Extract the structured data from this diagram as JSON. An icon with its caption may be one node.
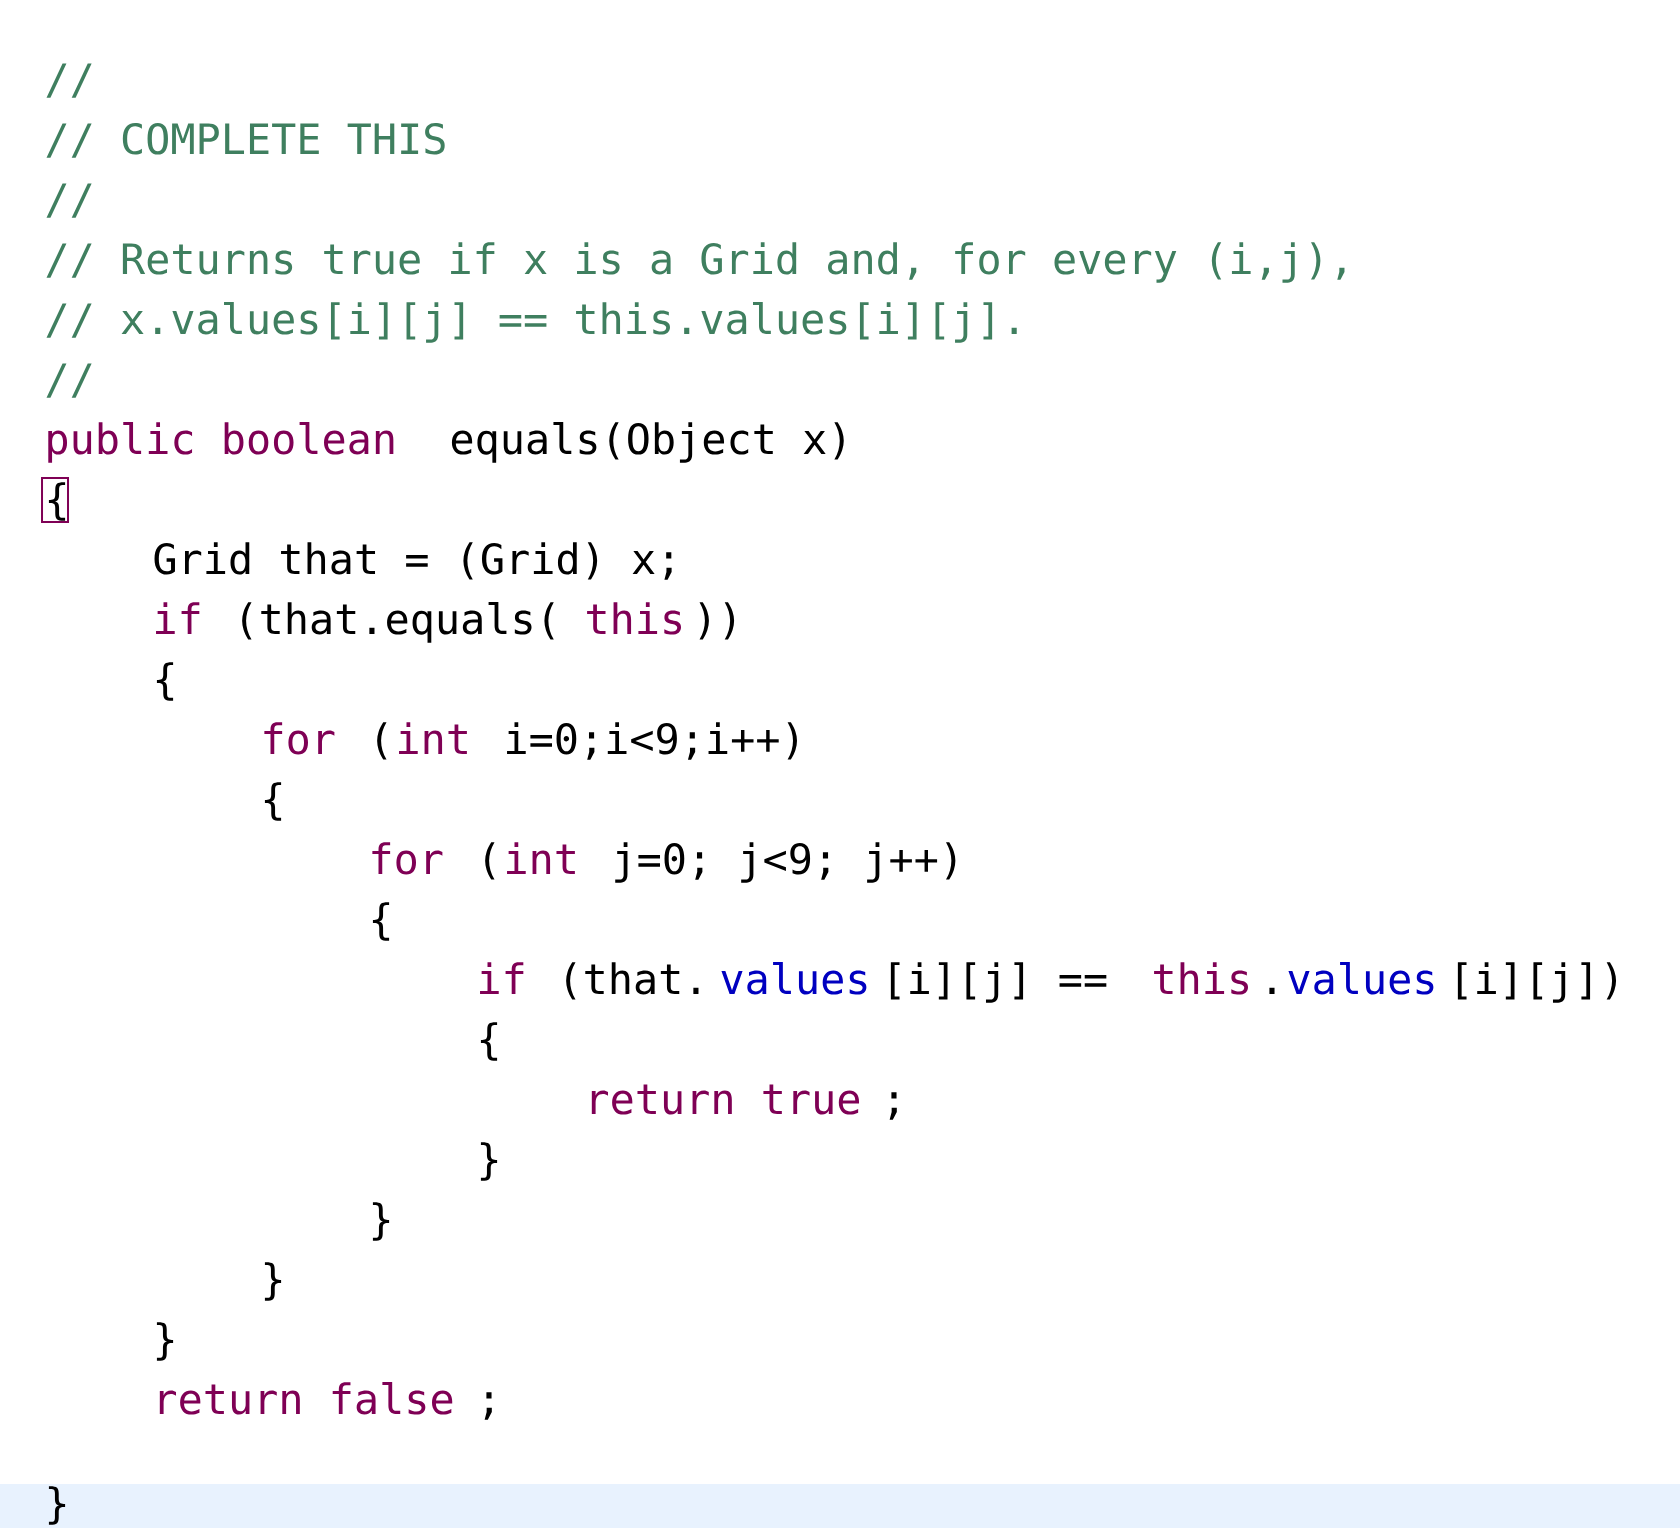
{
  "diagram": {
    "labels": [
      "//",
      "// COMPLETE THIS",
      "//",
      "// Returns true if x is a Grid and, for every (i,j),",
      "// x.values[i][j] == this.values[i][j].",
      "//",
      "public boolean",
      "equals(Object x)",
      "{",
      "Grid that = (Grid) x;",
      "if",
      "(that.equals(",
      "this",
      "))",
      "{",
      "for",
      "(",
      "int",
      "i=0;i<9;i++)",
      "{",
      "for",
      "(",
      "int",
      "j=0; j<9; j++)",
      "{",
      "if",
      "(that.",
      "values",
      "[i][j] ==",
      "this",
      ".",
      "values",
      "[i][j])",
      "{",
      "return true",
      ";",
      "}",
      "}",
      "}",
      "}",
      "return false",
      ";",
      "}"
    ]
  }
}
